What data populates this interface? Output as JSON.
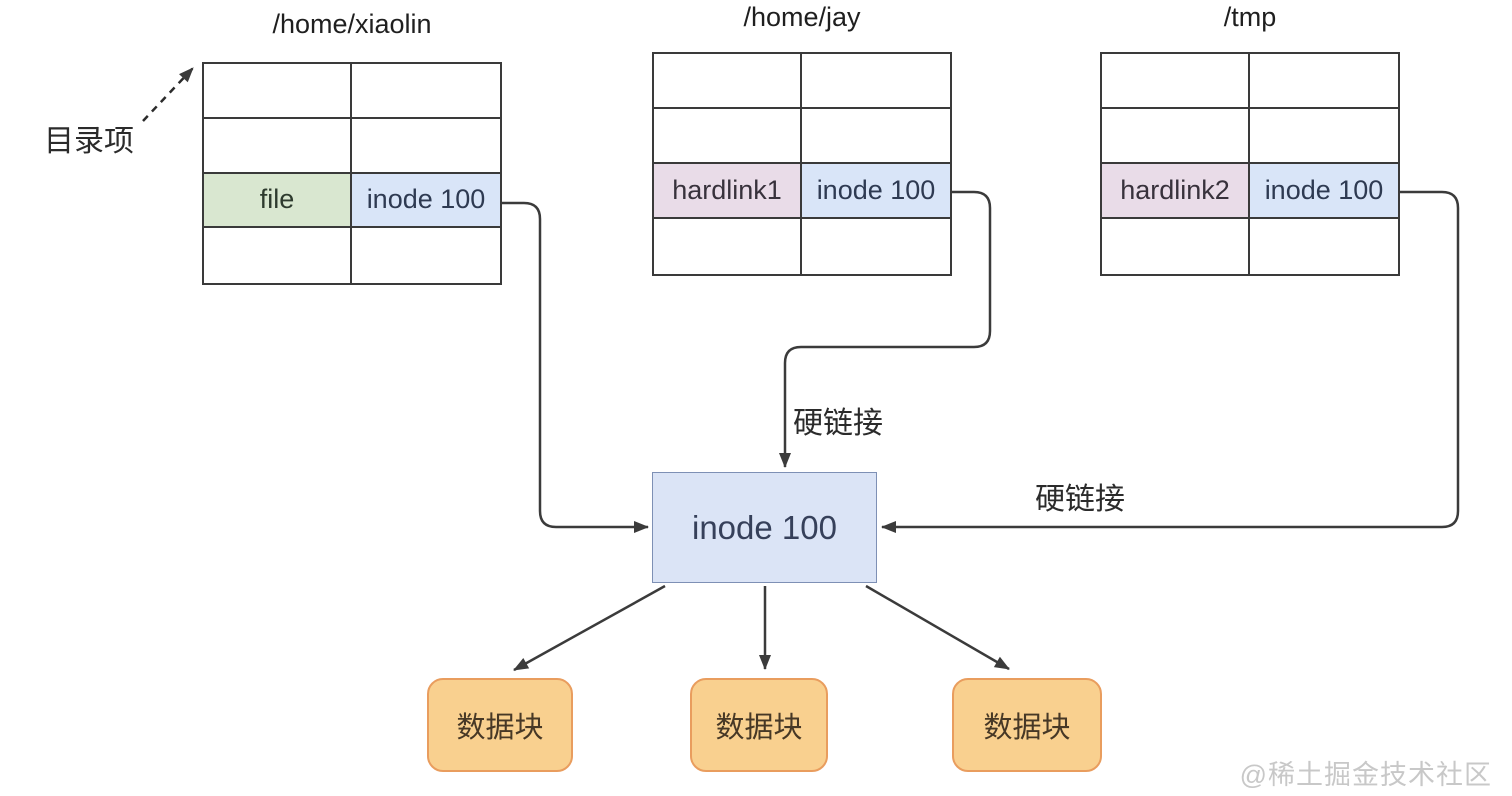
{
  "tables": [
    {
      "title": "/home/xiaolin",
      "name": "file",
      "inode": "inode 100"
    },
    {
      "title": "/home/jay",
      "name": "hardlink1",
      "inode": "inode 100"
    },
    {
      "title": "/tmp",
      "name": "hardlink2",
      "inode": "inode 100"
    }
  ],
  "labels": {
    "directory_entry": "目录项",
    "hardlink_middle": "硬链接",
    "hardlink_right": "硬链接"
  },
  "inode_box": {
    "label": "inode 100"
  },
  "data_blocks": [
    {
      "label": "数据块"
    },
    {
      "label": "数据块"
    },
    {
      "label": "数据块"
    }
  ],
  "watermark": "@稀土掘金技术社区",
  "colors": {
    "table_border": "#3a3a3a",
    "file_cell_fill": "#d9e7d0",
    "hardlink_cell_fill": "#e9dce8",
    "inode_cell_fill": "#d9e5f8",
    "inode_box_fill": "#dbe4f6",
    "inode_box_border": "#7e90b5",
    "data_block_fill": "#f9d08f",
    "data_block_border": "#e99d5e",
    "arrow": "#3b3b3b",
    "watermark": "#c8c8c8"
  }
}
